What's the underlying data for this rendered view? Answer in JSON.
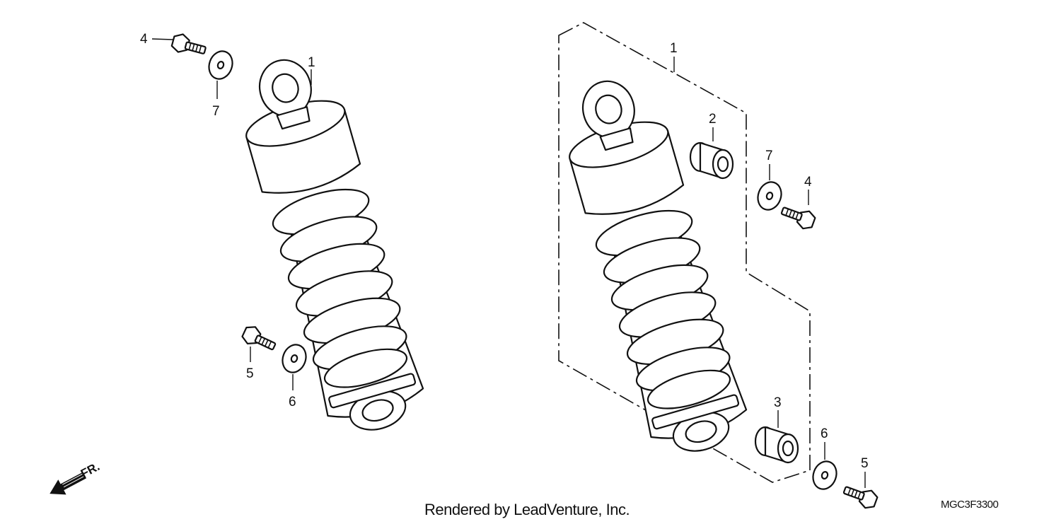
{
  "callouts": {
    "left_1": "1",
    "left_4": "4",
    "left_5": "5",
    "left_6": "6",
    "left_7": "7",
    "right_1": "1",
    "right_2": "2",
    "right_3": "3",
    "right_4": "4",
    "right_5": "5",
    "right_6": "6",
    "right_7": "7"
  },
  "direction_label": "FR.",
  "credit": "Rendered by LeadVenture, Inc.",
  "diagram_code": "MGC3F3300"
}
